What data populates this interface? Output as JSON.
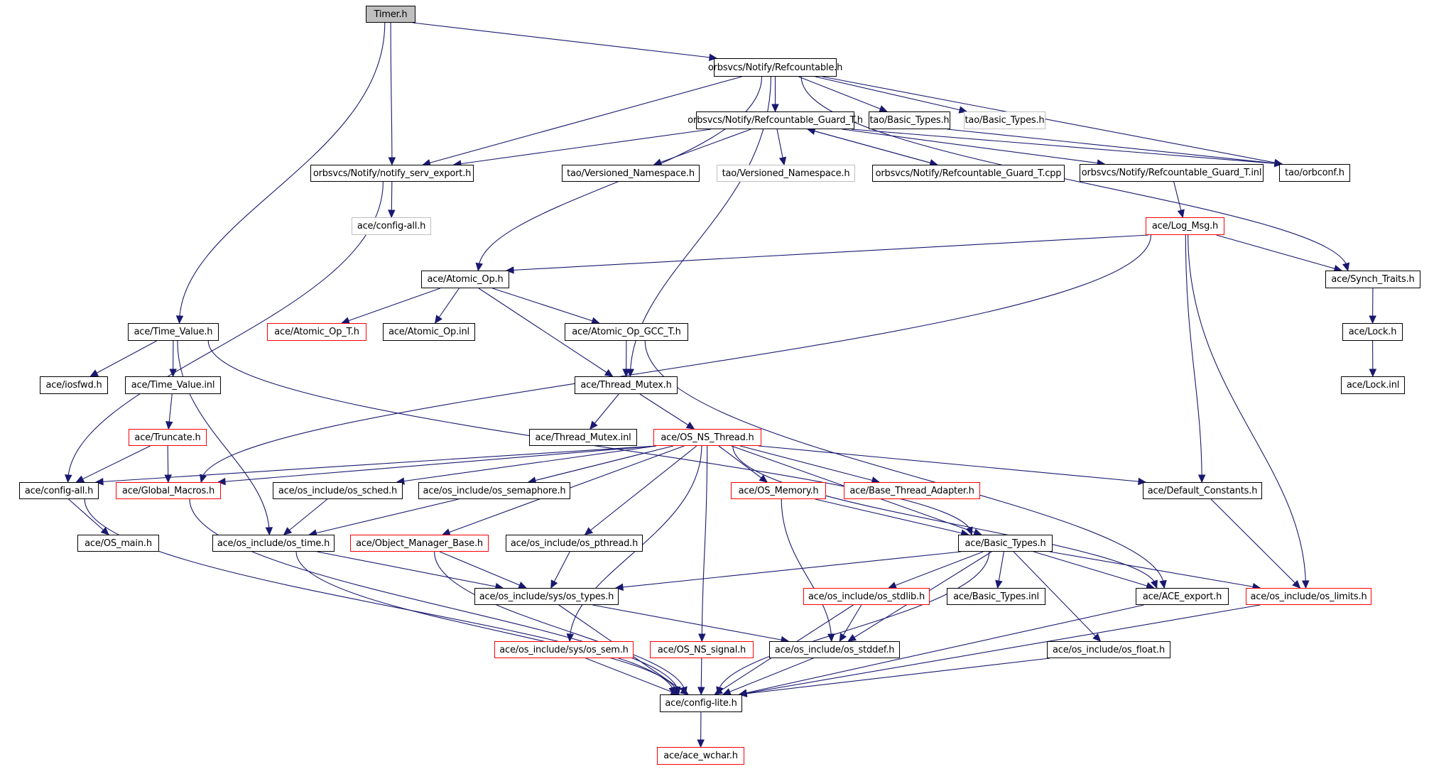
{
  "title": "Timer.h include dependency graph",
  "colors": {
    "edge": "#191970",
    "root_fill": "#bfbfbf",
    "truncated_border": "#ff0000",
    "external_border": "#bfbfbf",
    "normal_border": "#000000"
  },
  "nodes": [
    {
      "id": "timer",
      "label": "Timer.h",
      "style": "root"
    },
    {
      "id": "refcountable",
      "label": "orbsvcs/Notify/Refcountable.h",
      "style": "normal"
    },
    {
      "id": "notify_serv_export",
      "label": "orbsvcs/Notify/notify_serv_export.h",
      "style": "normal"
    },
    {
      "id": "guard_t_h",
      "label": "orbsvcs/Notify/Refcountable_Guard_T.h",
      "style": "normal"
    },
    {
      "id": "tao_basic_types",
      "label": "tao/Basic_Types.h",
      "style": "normal"
    },
    {
      "id": "tao_basic_types_ext",
      "label": "tao/Basic_Types.h",
      "style": "gray"
    },
    {
      "id": "config_all_ext",
      "label": "ace/config-all.h",
      "style": "gray"
    },
    {
      "id": "tao_versioned",
      "label": "tao/Versioned_Namespace.h",
      "style": "normal"
    },
    {
      "id": "tao_versioned_ext",
      "label": "tao/Versioned_Namespace.h",
      "style": "gray"
    },
    {
      "id": "guard_t_cpp",
      "label": "orbsvcs/Notify/Refcountable_Guard_T.cpp",
      "style": "normal"
    },
    {
      "id": "guard_t_inl",
      "label": "orbsvcs/Notify/Refcountable_Guard_T.inl",
      "style": "normal"
    },
    {
      "id": "tao_orbconf",
      "label": "tao/orbconf.h",
      "style": "normal"
    },
    {
      "id": "log_msg",
      "label": "ace/Log_Msg.h",
      "style": "red"
    },
    {
      "id": "atomic_op",
      "label": "ace/Atomic_Op.h",
      "style": "normal"
    },
    {
      "id": "synch_traits",
      "label": "ace/Synch_Traits.h",
      "style": "normal"
    },
    {
      "id": "time_value",
      "label": "ace/Time_Value.h",
      "style": "normal"
    },
    {
      "id": "atomic_op_t",
      "label": "ace/Atomic_Op_T.h",
      "style": "red"
    },
    {
      "id": "atomic_op_inl",
      "label": "ace/Atomic_Op.inl",
      "style": "normal"
    },
    {
      "id": "atomic_op_gcc_t",
      "label": "ace/Atomic_Op_GCC_T.h",
      "style": "normal"
    },
    {
      "id": "lock_h",
      "label": "ace/Lock.h",
      "style": "normal"
    },
    {
      "id": "iosfwd",
      "label": "ace/iosfwd.h",
      "style": "normal"
    },
    {
      "id": "time_value_inl",
      "label": "ace/Time_Value.inl",
      "style": "normal"
    },
    {
      "id": "thread_mutex",
      "label": "ace/Thread_Mutex.h",
      "style": "normal"
    },
    {
      "id": "lock_inl",
      "label": "ace/Lock.inl",
      "style": "normal"
    },
    {
      "id": "truncate",
      "label": "ace/Truncate.h",
      "style": "red"
    },
    {
      "id": "thread_mutex_inl",
      "label": "ace/Thread_Mutex.inl",
      "style": "normal"
    },
    {
      "id": "os_ns_thread",
      "label": "ace/OS_NS_Thread.h",
      "style": "red"
    },
    {
      "id": "config_all",
      "label": "ace/config-all.h",
      "style": "normal"
    },
    {
      "id": "global_macros",
      "label": "ace/Global_Macros.h",
      "style": "red"
    },
    {
      "id": "os_sched",
      "label": "ace/os_include/os_sched.h",
      "style": "normal"
    },
    {
      "id": "os_semaphore",
      "label": "ace/os_include/os_semaphore.h",
      "style": "normal"
    },
    {
      "id": "os_memory",
      "label": "ace/OS_Memory.h",
      "style": "red"
    },
    {
      "id": "base_thread_adapter",
      "label": "ace/Base_Thread_Adapter.h",
      "style": "red"
    },
    {
      "id": "default_constants",
      "label": "ace/Default_Constants.h",
      "style": "normal"
    },
    {
      "id": "os_main",
      "label": "ace/OS_main.h",
      "style": "normal"
    },
    {
      "id": "os_time",
      "label": "ace/os_include/os_time.h",
      "style": "normal"
    },
    {
      "id": "object_manager_base",
      "label": "ace/Object_Manager_Base.h",
      "style": "red"
    },
    {
      "id": "os_pthread",
      "label": "ace/os_include/os_pthread.h",
      "style": "normal"
    },
    {
      "id": "ace_basic_types",
      "label": "ace/Basic_Types.h",
      "style": "normal"
    },
    {
      "id": "os_types",
      "label": "ace/os_include/sys/os_types.h",
      "style": "normal"
    },
    {
      "id": "os_stdlib",
      "label": "ace/os_include/os_stdlib.h",
      "style": "red"
    },
    {
      "id": "ace_basic_types_inl",
      "label": "ace/Basic_Types.inl",
      "style": "normal"
    },
    {
      "id": "ace_export",
      "label": "ace/ACE_export.h",
      "style": "normal"
    },
    {
      "id": "os_limits",
      "label": "ace/os_include/os_limits.h",
      "style": "red"
    },
    {
      "id": "os_sem",
      "label": "ace/os_include/sys/os_sem.h",
      "style": "red"
    },
    {
      "id": "os_ns_signal",
      "label": "ace/OS_NS_signal.h",
      "style": "red"
    },
    {
      "id": "os_stddef",
      "label": "ace/os_include/os_stddef.h",
      "style": "normal"
    },
    {
      "id": "os_float",
      "label": "ace/os_include/os_float.h",
      "style": "normal"
    },
    {
      "id": "config_lite",
      "label": "ace/config-lite.h",
      "style": "normal"
    },
    {
      "id": "ace_wchar",
      "label": "ace/ace_wchar.h",
      "style": "red"
    }
  ],
  "edges": [
    [
      "timer",
      "refcountable"
    ],
    [
      "timer",
      "notify_serv_export"
    ],
    [
      "timer",
      "time_value"
    ],
    [
      "refcountable",
      "notify_serv_export"
    ],
    [
      "refcountable",
      "guard_t_h"
    ],
    [
      "refcountable",
      "tao_basic_types"
    ],
    [
      "refcountable",
      "tao_basic_types_ext"
    ],
    [
      "refcountable",
      "tao_orbconf"
    ],
    [
      "refcountable",
      "atomic_op"
    ],
    [
      "refcountable",
      "thread_mutex"
    ],
    [
      "refcountable",
      "synch_traits"
    ],
    [
      "notify_serv_export",
      "config_all_ext"
    ],
    [
      "notify_serv_export",
      "config_all"
    ],
    [
      "guard_t_h",
      "notify_serv_export"
    ],
    [
      "guard_t_h",
      "tao_versioned"
    ],
    [
      "guard_t_h",
      "tao_versioned_ext"
    ],
    [
      "guard_t_h",
      "guard_t_cpp"
    ],
    [
      "guard_t_h",
      "guard_t_inl"
    ],
    [
      "guard_t_h",
      "tao_orbconf"
    ],
    [
      "guard_t_cpp",
      "guard_t_h"
    ],
    [
      "tao_basic_types",
      "tao_orbconf"
    ],
    [
      "guard_t_inl",
      "log_msg"
    ],
    [
      "log_msg",
      "atomic_op"
    ],
    [
      "log_msg",
      "global_macros"
    ],
    [
      "log_msg",
      "synch_traits"
    ],
    [
      "log_msg",
      "default_constants"
    ],
    [
      "log_msg",
      "os_limits"
    ],
    [
      "atomic_op",
      "atomic_op_t"
    ],
    [
      "atomic_op",
      "atomic_op_inl"
    ],
    [
      "atomic_op",
      "atomic_op_gcc_t"
    ],
    [
      "atomic_op",
      "thread_mutex"
    ],
    [
      "synch_traits",
      "lock_h"
    ],
    [
      "lock_h",
      "lock_inl"
    ],
    [
      "time_value",
      "iosfwd"
    ],
    [
      "time_value",
      "time_value_inl"
    ],
    [
      "time_value",
      "os_time"
    ],
    [
      "time_value",
      "ace_basic_types"
    ],
    [
      "time_value_inl",
      "truncate"
    ],
    [
      "atomic_op_gcc_t",
      "thread_mutex"
    ],
    [
      "atomic_op_gcc_t",
      "ace_export"
    ],
    [
      "thread_mutex",
      "thread_mutex_inl"
    ],
    [
      "thread_mutex",
      "os_ns_thread"
    ],
    [
      "truncate",
      "config_all"
    ],
    [
      "truncate",
      "global_macros"
    ],
    [
      "os_ns_thread",
      "config_all"
    ],
    [
      "os_ns_thread",
      "global_macros"
    ],
    [
      "os_ns_thread",
      "os_sched"
    ],
    [
      "os_ns_thread",
      "os_semaphore"
    ],
    [
      "os_ns_thread",
      "os_memory"
    ],
    [
      "os_ns_thread",
      "base_thread_adapter"
    ],
    [
      "os_ns_thread",
      "default_constants"
    ],
    [
      "os_ns_thread",
      "object_manager_base"
    ],
    [
      "os_ns_thread",
      "os_pthread"
    ],
    [
      "os_ns_thread",
      "ace_basic_types"
    ],
    [
      "os_ns_thread",
      "os_sem"
    ],
    [
      "os_ns_thread",
      "os_ns_signal"
    ],
    [
      "os_ns_thread",
      "ace_export"
    ],
    [
      "config_all",
      "os_main"
    ],
    [
      "config_all",
      "config_lite"
    ],
    [
      "global_macros",
      "config_lite"
    ],
    [
      "os_sched",
      "os_time"
    ],
    [
      "os_semaphore",
      "os_time"
    ],
    [
      "os_memory",
      "ace_basic_types"
    ],
    [
      "os_memory",
      "os_stddef"
    ],
    [
      "default_constants",
      "os_limits"
    ],
    [
      "os_time",
      "os_types"
    ],
    [
      "os_time",
      "config_lite"
    ],
    [
      "object_manager_base",
      "os_types"
    ],
    [
      "object_manager_base",
      "config_lite"
    ],
    [
      "os_pthread",
      "os_types"
    ],
    [
      "ace_basic_types",
      "os_types"
    ],
    [
      "ace_basic_types",
      "os_stddef"
    ],
    [
      "ace_basic_types",
      "os_stdlib"
    ],
    [
      "ace_basic_types",
      "ace_basic_types_inl"
    ],
    [
      "ace_basic_types",
      "ace_export"
    ],
    [
      "ace_basic_types",
      "os_limits"
    ],
    [
      "ace_basic_types",
      "os_float"
    ],
    [
      "ace_basic_types",
      "config_lite"
    ],
    [
      "os_types",
      "os_stddef"
    ],
    [
      "os_types",
      "config_lite"
    ],
    [
      "os_stdlib",
      "os_stddef"
    ],
    [
      "os_stdlib",
      "config_lite"
    ],
    [
      "ace_export",
      "config_lite"
    ],
    [
      "os_limits",
      "config_lite"
    ],
    [
      "os_sem",
      "config_lite"
    ],
    [
      "os_ns_signal",
      "config_lite"
    ],
    [
      "os_stddef",
      "config_lite"
    ],
    [
      "os_float",
      "config_lite"
    ],
    [
      "config_lite",
      "ace_wchar"
    ]
  ]
}
